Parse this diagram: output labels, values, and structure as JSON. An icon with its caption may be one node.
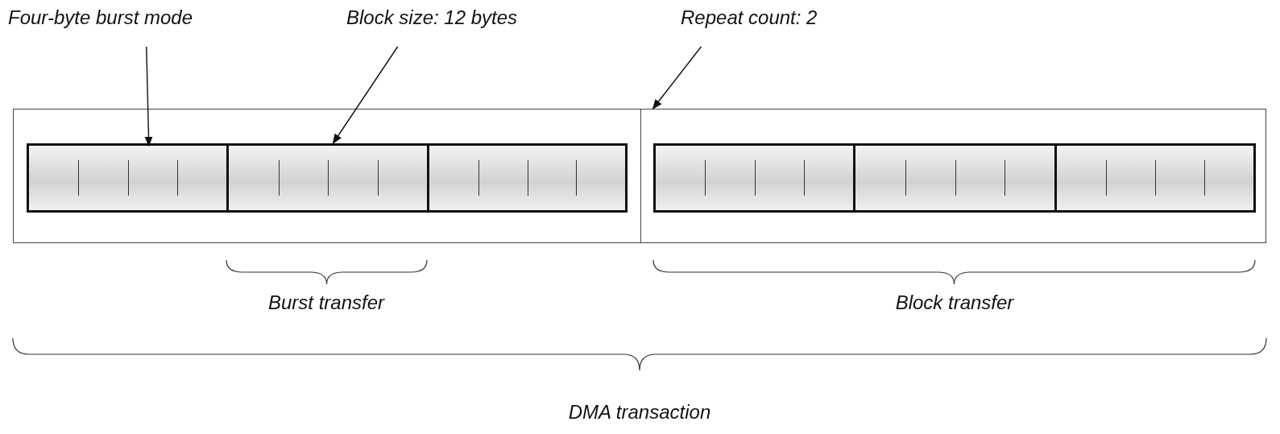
{
  "diagram": {
    "nodes": [
      {
        "text": [
          "Four-byte burst mode"
        ]
      },
      {
        "text": [
          "Block size: 12 bytes"
        ]
      },
      {
        "text": [
          "Repeat count: 2"
        ]
      },
      {
        "text": [],
        "shape": "box"
      },
      {
        "text": [],
        "shape": "bar",
        "in": 3
      },
      {
        "text": [],
        "shape": "box",
        "in": 4
      },
      {
        "text": [],
        "shape": "box",
        "in": 4
      },
      {
        "text": [],
        "shape": "box",
        "in": 4
      },
      {
        "text": [],
        "shape": "box"
      },
      {
        "text": [],
        "shape": "bar",
        "in": 8
      },
      {
        "text": [],
        "shape": "box",
        "in": 9
      },
      {
        "text": [],
        "shape": "box",
        "in": 9
      },
      {
        "text": [],
        "shape": "box",
        "in": 9
      }
    ],
    "edges": [
      {
        "from": 0,
        "to": 5,
        "arrow": "to"
      },
      {
        "from": 1,
        "to": 4,
        "arrow": "to"
      },
      {
        "from": 2,
        "to": 8,
        "arrow": "to"
      }
    ],
    "labels": [
      "Burst transfer",
      "Block transfer",
      "DMA transaction"
    ]
  }
}
